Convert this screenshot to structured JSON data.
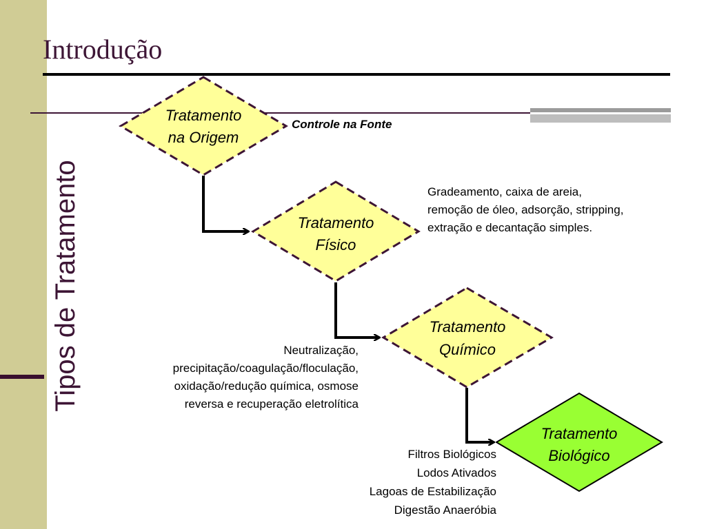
{
  "slide": {
    "title": "Introdução",
    "vertical_title": "Tipos de Tratamento"
  },
  "nodes": [
    {
      "line1": "Tratamento",
      "line2": "na Origem",
      "fill": "#ffff99"
    },
    {
      "line1": "Tratamento",
      "line2": "Físico",
      "fill": "#ffff99"
    },
    {
      "line1": "Tratamento",
      "line2": "Químico",
      "fill": "#ffff99"
    },
    {
      "line1": "Tratamento",
      "line2": "Biológico",
      "fill": "#99ff33"
    }
  ],
  "annotations": {
    "origem": "Controle na Fonte",
    "fisico": [
      "Gradeamento, caixa de areia,",
      "remoção de óleo, adsorção, stripping,",
      "extração e decantação simples."
    ],
    "quimico": [
      "Neutralização,",
      "precipitação/coagulação/floculação,",
      "oxidação/redução química, osmose",
      "reversa e recuperação eletrolítica"
    ],
    "biologico": [
      "Filtros Biológicos",
      "Lodos Ativados",
      "Lagoas de Estabilização",
      "Digestão Anaeróbia"
    ]
  },
  "colors": {
    "accent": "#3d1535",
    "sidebar": "#d0cc95",
    "dash": "#3d1535"
  }
}
